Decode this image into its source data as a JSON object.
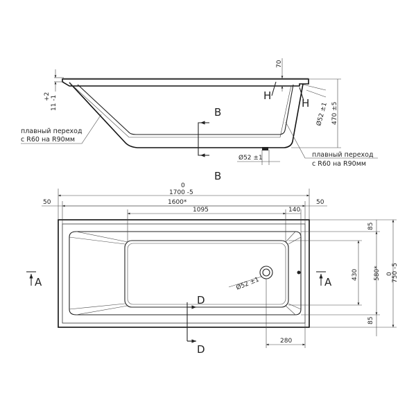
{
  "side_view": {
    "tol_top": "+2",
    "tol_bottom": "11 -1",
    "left_note_line1": "плавный переход",
    "left_note_line2": "с R60 на R90мм",
    "right_note_line1": "плавный переход",
    "right_note_line2": "с R60 на R90мм",
    "dim_70": "70",
    "dim_h1": "H",
    "dim_h2": "H",
    "dim_52_top": "Ø52 ±1",
    "dim_470": "470 ±5",
    "dim_52_bottom": "Ø52 ±1",
    "section_b_top": "B",
    "section_b_bottom": "B"
  },
  "plan_view": {
    "dim_0_top": "0",
    "dim_1700": "1700 -5",
    "dim_50_left": "50",
    "dim_1600": "1600*",
    "dim_50_right": "50",
    "dim_1095": "1095",
    "dim_140": "140",
    "dim_85_top": "85",
    "dim_430": "430",
    "dim_580": "580*",
    "dim_0_right": "0",
    "dim_750": "750 -5",
    "dim_85_bottom": "85",
    "dim_52": "Ø52 ±1",
    "dim_280": "280",
    "section_a_left": "A",
    "section_a_right": "A",
    "section_d_top": "D",
    "section_d_bottom": "D"
  }
}
